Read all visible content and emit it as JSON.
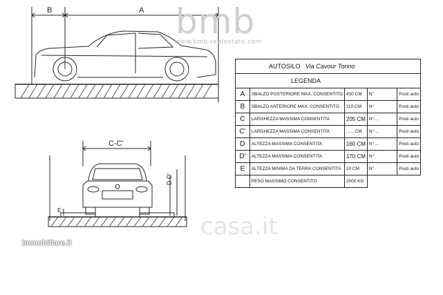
{
  "watermark": {
    "brand": "bmb",
    "url": "www.bmb-realestate.com",
    "portal": "casa.it",
    "portal2": "immobiliare.it"
  },
  "dimensions": {
    "a": "A",
    "b": "B",
    "cc": "C-C'",
    "d": "D D'",
    "e": "E"
  },
  "legend": {
    "title": "AUTOSILO",
    "location": "Via Cavour Torino",
    "heading": "LEGENDA",
    "rows": [
      {
        "code": "A",
        "desc": "SBALZO POSTERIORE MAX. CONSENTITO",
        "value": "430 CM",
        "n": "N°",
        "spots": "Posti auto"
      },
      {
        "code": "B",
        "desc": "SBALZO ANTERIORE MAX. CONSENTITO",
        "value": "110 CM",
        "n": "N°",
        "spots": "Posti auto"
      },
      {
        "code": "C",
        "desc": "LARGHEZZA MASSIMA CONSENTITA",
        "value": "205 CM",
        "n": "N°....",
        "spots": "Posti auto"
      },
      {
        "code": "C'",
        "desc": "LARGHEZZA MASSIMA CONSENTITA",
        "value": "...... CM",
        "n": "N° ...",
        "spots": "Posti auto"
      },
      {
        "code": "D",
        "desc": "ALTEZZA MASSIMA CONSENTITA",
        "value": "160 CM",
        "n": "N°....",
        "spots": "Posti auto"
      },
      {
        "code": "D'",
        "desc": "ALTEZZA MASSIMA CONSENTITA",
        "value": "170 CM",
        "n": "N°",
        "spots": "Posti auto"
      },
      {
        "code": "E",
        "desc": "ALTEZZA MINIMA DA TERRA CONSENTITA",
        "value": "10 CM",
        "n": "N°",
        "spots": "Posti auto"
      }
    ],
    "weight": {
      "desc": "PESO MASSIMO CONSENTITO",
      "value": "2000 KG"
    }
  }
}
